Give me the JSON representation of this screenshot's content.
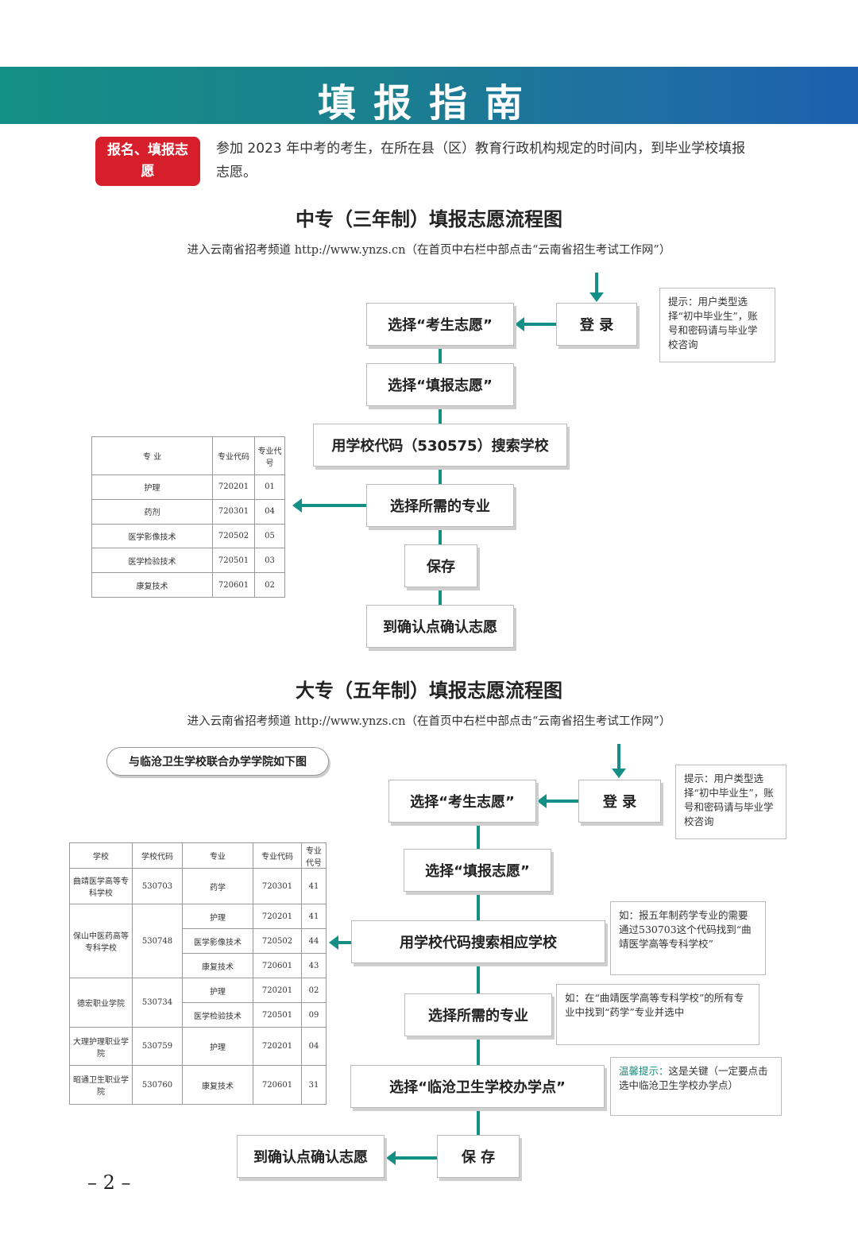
{
  "banner_title": "填报指南",
  "tag_label": "报名、填报志愿",
  "intro_text": "参加 2023 年中考的考生，在所在县（区）教育行政机构规定的时间内，到毕业学校填报志愿。",
  "section1": {
    "title": "中专（三年制）填报志愿流程图",
    "url_line": "进入云南省招考频道 http://www.ynzs.cn（在首页中右栏中部点击“云南省招生考试工作网”）",
    "step_login": "登 录",
    "step_choose_kaosheng": "选择“考生志愿”",
    "step_choose_tianbao": "选择“填报志愿”",
    "step_search": "用学校代码（530575）搜索学校",
    "step_major": "选择所需的专业",
    "step_save": "保存",
    "step_confirm": "到确认点确认志愿",
    "note_login": "提示：用户类型选择“初中毕业生”，账号和密码请与毕业学校咨询",
    "table_headers": [
      "专 业",
      "专业代码",
      "专业代号"
    ],
    "table_rows": [
      [
        "护理",
        "720201",
        "01"
      ],
      [
        "药剂",
        "720301",
        "04"
      ],
      [
        "医学影像技术",
        "720502",
        "05"
      ],
      [
        "医学检验技术",
        "720501",
        "03"
      ],
      [
        "康复技术",
        "720601",
        "02"
      ]
    ]
  },
  "section2": {
    "title": "大专（五年制）填报志愿流程图",
    "url_line": "进入云南省招考频道 http://www.ynzs.cn（在首页中右栏中部点击“云南省招生考试工作网”）",
    "pill_label": "与临沧卫生学校联合办学学院如下图",
    "step_login": "登 录",
    "step_choose_kaosheng": "选择“考生志愿”",
    "step_choose_tianbao": "选择“填报志愿”",
    "step_search": "用学校代码搜索相应学校",
    "step_major": "选择所需的专业",
    "step_site": "选择“临沧卫生学校办学点”",
    "step_save": "保 存",
    "step_confirm": "到确认点确认志愿",
    "note_login": "提示：用户类型选择“初中毕业生”，账号和密码请与毕业学校咨询",
    "note_search": "如：报五年制药学专业的需要通过530703这个代码找到“曲靖医学高等专科学校”",
    "note_major": "如：在“曲靖医学高等专科学校”的所有专业中找到“药学”专业并选中",
    "note_site_prefix": "温馨提示：",
    "note_site_text": "这是关键（一定要点击选中临沧卫生学校办学点）",
    "table_headers": [
      "学校",
      "学校代码",
      "专业",
      "专业代码",
      "专业代号"
    ],
    "schools": [
      {
        "name": "曲靖医学高等专科学校",
        "code": "530703",
        "majors": [
          [
            "药学",
            "720301",
            "41"
          ]
        ]
      },
      {
        "name": "保山中医药高等专科学校",
        "code": "530748",
        "majors": [
          [
            "护理",
            "720201",
            "41"
          ],
          [
            "医学影像技术",
            "720502",
            "44"
          ],
          [
            "康复技术",
            "720601",
            "43"
          ]
        ]
      },
      {
        "name": "德宏职业学院",
        "code": "530734",
        "majors": [
          [
            "护理",
            "720201",
            "02"
          ],
          [
            "医学检验技术",
            "720501",
            "09"
          ]
        ]
      },
      {
        "name": "大理护理职业学院",
        "code": "530759",
        "majors": [
          [
            "护理",
            "720201",
            "04"
          ]
        ]
      },
      {
        "name": "昭通卫生职业学院",
        "code": "530760",
        "majors": [
          [
            "康复技术",
            "720601",
            "31"
          ]
        ]
      }
    ]
  },
  "page_number": "– 2 –"
}
